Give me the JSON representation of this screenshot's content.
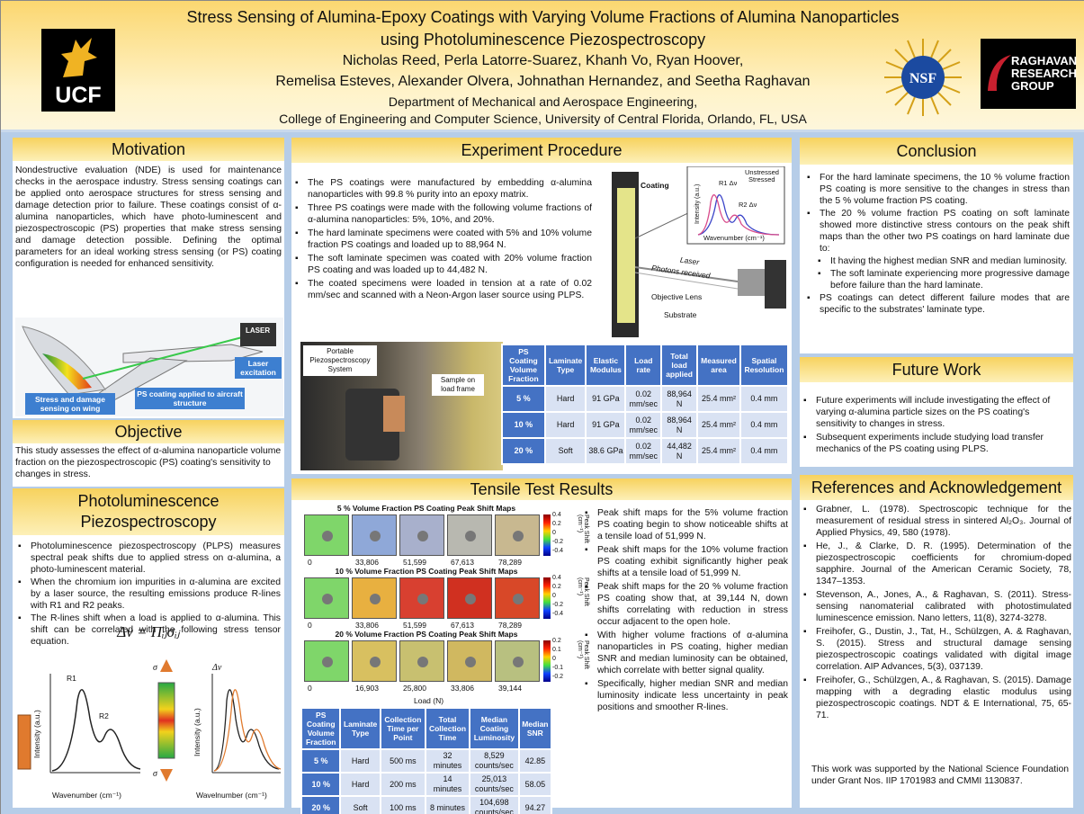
{
  "header": {
    "title_line1": "Stress Sensing of Alumina-Epoxy Coatings with Varying Volume Fractions of Alumina Nanoparticles",
    "title_line2": "using Photoluminescence Piezospectroscopy",
    "authors_line1": "Nicholas Reed, Perla Latorre-Suarez, Khanh Vo, Ryan Hoover,",
    "authors_line2": "Remelisa Esteves, Alexander Olvera, Johnathan Hernandez, and Seetha Raghavan",
    "dept_line1": "Department of Mechanical and Aerospace Engineering,",
    "dept_line2": "College of Engineering and Computer Science, University of Central Florida, Orlando, FL, USA",
    "ucf_logo": "UCF",
    "nsf_logo": "NSF",
    "rrg_logo_line1": "RAGHAVAN",
    "rrg_logo_line2": "RESEARCH",
    "rrg_logo_line3": "GROUP"
  },
  "motivation": {
    "heading": "Motivation",
    "text": "Nondestructive evaluation (NDE) is used for maintenance checks in the aerospace industry. Stress sensing coatings can be applied onto aerospace structures for stress sensing and damage detection prior to failure. These coatings consist of α-alumina nanoparticles, which have photo-luminescent and piezospectroscopic (PS) properties that make stress sensing and damage detection possible. Defining the optimal parameters for an ideal working stress sensing (or PS) coating configuration is needed for enhanced sensitivity.",
    "fig_laser": "LASER",
    "fig_laser_excitation": "Laser excitation",
    "fig_stress_label": "Stress and damage sensing on wing",
    "fig_coating_label": "PS coating applied to aircraft structure"
  },
  "objective": {
    "heading": "Objective",
    "text": "This study assesses the effect of α-alumina nanoparticle volume fraction on the piezospectroscopic (PS) coating's sensitivity to changes in stress."
  },
  "plps": {
    "heading_line1": "Photoluminescence",
    "heading_line2": "Piezospectroscopy",
    "bullets": [
      "Photoluminescence piezospectroscopy (PLPS) measures spectral peak shifts due to applied stress on α-alumina, a photo-luminescent material.",
      "When the chromium ion impurities in α-alumina are excited by a laser source, the resulting emissions produce R-lines with R1 and R2 peaks.",
      "The R-lines shift when a load is applied to α-alumina. This shift can be correlated with the following stress tensor equation."
    ],
    "equation": "Δν = Πᵢⱼσᵢⱼ",
    "fig_r1": "R1",
    "fig_r2": "R2",
    "fig_ylabel": "Intensity (a.u.)",
    "fig_xlabel": "Wavenumber (cm⁻¹)",
    "fig_sigma": "σ",
    "fig_dnu": "Δν",
    "fig_ylabel2": "Intensity (a.u.)",
    "fig_xlabel2": "Wavelnumber (cm⁻¹)"
  },
  "experiment": {
    "heading": "Experiment Procedure",
    "bullets": [
      "The PS coatings were manufactured by embedding α-alumina nanoparticles with 99.8 % purity into an epoxy matrix.",
      "Three PS coatings were made with the following volume fractions of α-alumina nanoparticles: 5%, 10%, and 20%.",
      "The hard laminate specimens were coated with 5% and 10% volume fraction PS coatings and loaded up to 88,964 N.",
      "The soft laminate specimen was coated with 20% volume fraction PS coating and was loaded up to 44,482 N.",
      "The coated specimens were loaded in tension at a rate of 0.02 mm/sec and scanned with a Neon-Argon laser source using PLPS."
    ],
    "diagram": {
      "coating": "Coating",
      "unstressed": "Unstressed",
      "stressed": "Stressed",
      "r1": "R1 Δν",
      "r2": "R2 Δν",
      "ylabel": "Intensity (a.u.)",
      "xlabel": "Wavenumber (cm⁻¹)",
      "laser": "Laser",
      "photons": "Photons received",
      "objective_lens": "Objective Lens",
      "substrate": "Substrate"
    },
    "photo": {
      "system_label": "Portable Piezospectroscopy System",
      "sample_label": "Sample on load frame"
    },
    "table": {
      "headers": [
        "PS Coating Volume Fraction",
        "Laminate Type",
        "Elastic Modulus",
        "Load rate",
        "Total load applied",
        "Measured area",
        "Spatial Resolution"
      ],
      "rows": [
        [
          "5 %",
          "Hard",
          "91 GPa",
          "0.02 mm/sec",
          "88,964 N",
          "25.4 mm²",
          "0.4 mm"
        ],
        [
          "10 %",
          "Hard",
          "91 GPa",
          "0.02 mm/sec",
          "88,964 N",
          "25.4 mm²",
          "0.4 mm"
        ],
        [
          "20 %",
          "Soft",
          "38.6 GPa",
          "0.02 mm/sec",
          "44,482 N",
          "25.4 mm²",
          "0.4 mm"
        ]
      ]
    }
  },
  "tensile": {
    "heading": "Tensile Test Results",
    "maps": [
      {
        "title": "5 % Volume Fraction PS Coating Peak Shift Maps",
        "loads": [
          "0",
          "33,806",
          "51,599",
          "67,613",
          "78,289"
        ],
        "scale": [
          "0.4",
          "0.2",
          "0",
          "-0.2",
          "-0.4"
        ]
      },
      {
        "title": "10 % Volume Fraction PS Coating Peak Shift Maps",
        "loads": [
          "0",
          "33,806",
          "51,599",
          "67,613",
          "78,289"
        ],
        "scale": [
          "0.4",
          "0.2",
          "0",
          "-0.2",
          "-0.4"
        ]
      },
      {
        "title": "20 % Volume Fraction PS Coating Peak Shift Maps",
        "loads": [
          "0",
          "16,903",
          "25,800",
          "33,806",
          "39,144"
        ],
        "scale": [
          "0.2",
          "0.1",
          "0",
          "-0.1",
          "-0.2"
        ]
      }
    ],
    "scale_label": "Peak Shift (cm⁻¹)",
    "load_label": "Load (N)",
    "table": {
      "headers": [
        "PS Coating Volume Fraction",
        "Laminate Type",
        "Collection Time per Point",
        "Total Collection Time",
        "Median Coating Luminosity",
        "Median SNR"
      ],
      "rows": [
        [
          "5 %",
          "Hard",
          "500 ms",
          "32 minutes",
          "8,529 counts/sec",
          "42.85"
        ],
        [
          "10 %",
          "Hard",
          "200 ms",
          "14 minutes",
          "25,013 counts/sec",
          "58.05"
        ],
        [
          "20 %",
          "Soft",
          "100 ms",
          "8 minutes",
          "104,698 counts/sec",
          "94.27"
        ]
      ]
    },
    "bullets": [
      "Peak shift maps for the 5% volume fraction PS coating begin to show noticeable shifts at a tensile load of 51,999 N.",
      "Peak shift maps for the 10% volume fraction PS coating exhibit significantly higher peak shifts at a tensile load of 51,999 N.",
      "Peak shift maps for the 20 % volume fraction PS coating show that, at 39,144 N, down shifts correlating with reduction in stress occur adjacent to the open hole.",
      "With higher volume fractions of α-alumina nanoparticles in PS coating, higher median SNR and median luminosity can be obtained, which correlate with better signal quality.",
      "Specifically, higher median SNR and median luminosity indicate less uncertainty in peak positions and smoother R-lines."
    ]
  },
  "conclusion": {
    "heading": "Conclusion",
    "bullets": [
      {
        "text": "For the hard laminate specimens, the 10 % volume fraction PS coating is more sensitive to the changes in stress than the 5 % volume fraction PS coating.",
        "sub": false
      },
      {
        "text": "The 20 % volume fraction PS coating on soft laminate showed more distinctive stress contours on the peak shift maps than the other two PS coatings on hard laminate due to:",
        "sub": false
      },
      {
        "text": "It having the highest median SNR and median luminosity.",
        "sub": true
      },
      {
        "text": "The soft laminate experiencing more progressive damage before failure than the hard laminate.",
        "sub": true
      },
      {
        "text": "PS coatings can detect different failure modes that are specific to the substrates' laminate type.",
        "sub": false
      }
    ]
  },
  "future": {
    "heading": "Future Work",
    "bullets": [
      "Future experiments will include investigating the effect of varying α-alumina particle sizes on the PS coating's sensitivity to changes in stress.",
      "Subsequent experiments include studying load transfer mechanics of the PS coating using PLPS."
    ]
  },
  "references": {
    "heading": "References and Acknowledgement",
    "items": [
      "Grabner, L. (1978). Spectroscopic technique for the measurement of residual stress in sintered Al₂O₃. Journal of Applied Physics, 49, 580 (1978).",
      "He, J., & Clarke, D. R. (1995). Determination of the piezospectroscopic coefficients for chromium-doped sapphire. Journal of the American Ceramic Society, 78, 1347–1353.",
      "Stevenson, A., Jones, A., & Raghavan, S. (2011). Stress-sensing nanomaterial calibrated with photostimulated luminescence emission. Nano letters, 11(8), 3274-3278.",
      "Freihofer, G., Dustin, J., Tat, H., Schülzgen, A. & Raghavan, S. (2015). Stress and structural damage sensing piezospectroscopic coatings validated with digital image correlation. AIP Advances, 5(3), 037139.",
      "Freihofer, G., Schülzgen, A., & Raghavan, S. (2015). Damage mapping with a degrading elastic modulus using piezospectroscopic coatings. NDT & E International, 75, 65-71."
    ],
    "acknowledgement": "This work was supported by the National Science Foundation under Grant Nos. IIP 1701983 and CMMI 1130837."
  }
}
